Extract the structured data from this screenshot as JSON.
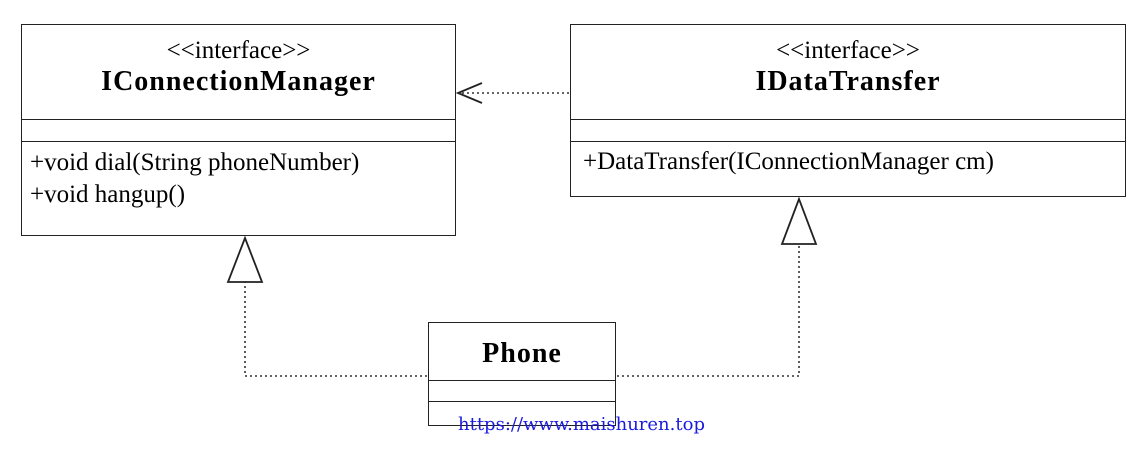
{
  "classes": {
    "iconnection_manager": {
      "stereotype": "<<interface>>",
      "name": "IConnectionManager",
      "operations": [
        "+void dial(String phoneNumber)",
        "+void hangup()"
      ]
    },
    "idata_transfer": {
      "stereotype": "<<interface>>",
      "name": "IDataTransfer",
      "operations": [
        "+DataTransfer(IConnectionManager cm)"
      ]
    },
    "phone": {
      "name": "Phone"
    }
  },
  "relationships": [
    {
      "from": "IDataTransfer",
      "to": "IConnectionManager",
      "type": "dependency"
    },
    {
      "from": "Phone",
      "to": "IConnectionManager",
      "type": "realization"
    },
    {
      "from": "Phone",
      "to": "IDataTransfer",
      "type": "realization"
    }
  ],
  "watermark": "https://www.maishuren.top"
}
